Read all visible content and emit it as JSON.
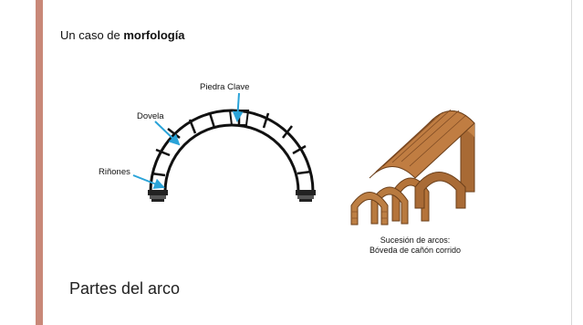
{
  "slide": {
    "title_prefix": "Un caso de ",
    "title_bold": "morfología",
    "subtitle": "Partes del arco"
  },
  "arch_diagram": {
    "labels": {
      "keystone": "Piedra Clave",
      "voussoir": "Dovela",
      "haunch": "Riñones"
    },
    "arrow_color": "#2aa3d8"
  },
  "vault_illustration": {
    "caption_line1": "Sucesión de arcos:",
    "caption_line2": "Bóveda de cañón corrido",
    "brick_color": "#b5743a"
  },
  "colors": {
    "accent_bar": "#c98878"
  }
}
